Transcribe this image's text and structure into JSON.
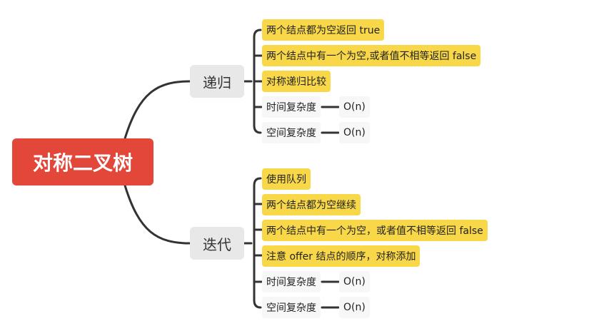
{
  "root": {
    "label": "对称二叉树"
  },
  "recursion": {
    "label": "递归",
    "items": [
      {
        "text": "两个结点都为空返回 true"
      },
      {
        "text": "两个结点中有一个为空,或者值不相等返回 false"
      },
      {
        "text": "对称递归比较"
      },
      {
        "text": "时间复杂度",
        "value": "O(n)"
      },
      {
        "text": "空间复杂度",
        "value": "O(n)"
      }
    ]
  },
  "iteration": {
    "label": "迭代",
    "items": [
      {
        "text": "使用队列"
      },
      {
        "text": "两个结点都为空继续"
      },
      {
        "text": "两个结点中有一个为空，或者值不相等返回 false"
      },
      {
        "text": "注意 offer 结点的顺序，对称添加"
      },
      {
        "text": "时间复杂度",
        "value": "O(n)"
      },
      {
        "text": "空间复杂度",
        "value": "O(n)"
      }
    ]
  },
  "colors": {
    "root_bg": "#e2473a",
    "highlight_bg": "#f8d848",
    "branch_bg": "#e8e8e8",
    "line": "#333333"
  }
}
